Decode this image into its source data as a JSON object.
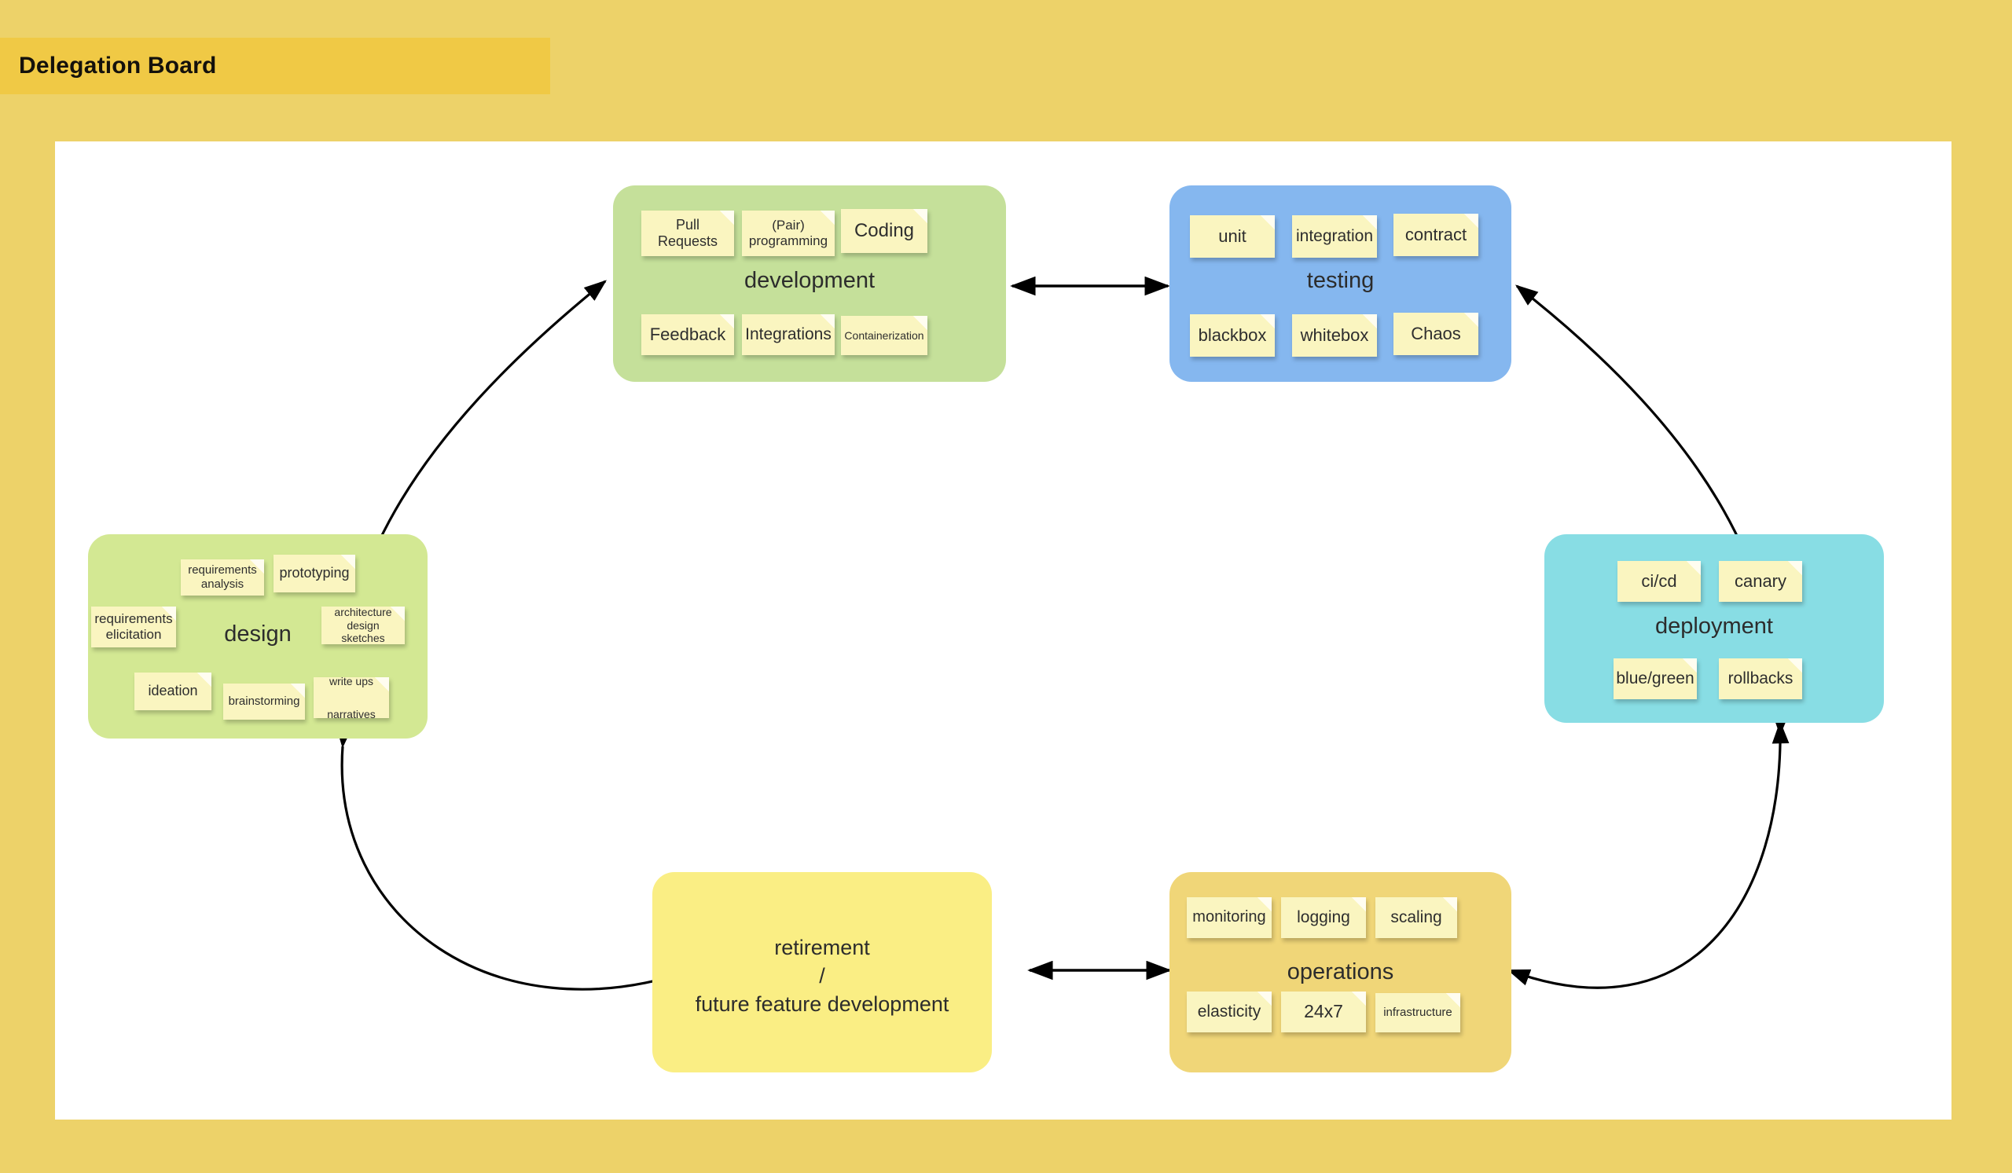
{
  "header": {
    "title": "Delegation Board"
  },
  "colors": {
    "page_background": "#edd269",
    "header_band": "#f0c945",
    "canvas": "#ffffff",
    "development": "#c5e09a",
    "testing": "#85b7ef",
    "design": "#d3e893",
    "deployment": "#88dde4",
    "operations": "#f0d678",
    "retirement": "#faee84",
    "note": "#faf5c0",
    "arrow": "#000000"
  },
  "board": {
    "stages": [
      {
        "id": "design",
        "label": "design",
        "color": "#d3e893",
        "notes": [
          {
            "text": "requirements\nanalysis",
            "size": "sm"
          },
          {
            "text": "prototyping",
            "size": "md"
          },
          {
            "text": "requirements\nelicitation",
            "size": "md"
          },
          {
            "text": "architecture\ndesign sketches",
            "size": "sm"
          },
          {
            "text": "ideation",
            "size": "md"
          },
          {
            "text": "brainstorming",
            "size": "sm"
          },
          {
            "text": "write ups\n\nnarratives",
            "size": "sm"
          }
        ]
      },
      {
        "id": "development",
        "label": "development",
        "color": "#c5e09a",
        "notes": [
          {
            "text": "Pull\nRequests",
            "size": "md"
          },
          {
            "text": "(Pair)\nprogramming",
            "size": "sm"
          },
          {
            "text": "Coding",
            "size": "lg"
          },
          {
            "text": "Feedback",
            "size": "md"
          },
          {
            "text": "Integrations",
            "size": "md"
          },
          {
            "text": "Containerization",
            "size": "sm"
          }
        ]
      },
      {
        "id": "testing",
        "label": "testing",
        "color": "#85b7ef",
        "notes": [
          {
            "text": "unit",
            "size": "md"
          },
          {
            "text": "integration",
            "size": "md"
          },
          {
            "text": "contract",
            "size": "md"
          },
          {
            "text": "blackbox",
            "size": "md"
          },
          {
            "text": "whitebox",
            "size": "md"
          },
          {
            "text": "Chaos",
            "size": "md"
          }
        ]
      },
      {
        "id": "deployment",
        "label": "deployment",
        "color": "#88dde4",
        "notes": [
          {
            "text": "ci/cd",
            "size": "md"
          },
          {
            "text": "canary",
            "size": "md"
          },
          {
            "text": "blue/green",
            "size": "md"
          },
          {
            "text": "rollbacks",
            "size": "md"
          }
        ]
      },
      {
        "id": "operations",
        "label": "operations",
        "color": "#f0d678",
        "notes": [
          {
            "text": "monitoring",
            "size": "md"
          },
          {
            "text": "logging",
            "size": "md"
          },
          {
            "text": "scaling",
            "size": "md"
          },
          {
            "text": "elasticity",
            "size": "md"
          },
          {
            "text": "24x7",
            "size": "md"
          },
          {
            "text": "infrastructure",
            "size": "sm"
          }
        ]
      },
      {
        "id": "retirement",
        "label": "retirement\n/\nfuture feature development",
        "color": "#faee84",
        "notes": []
      }
    ],
    "connections": [
      {
        "from": "design",
        "to": "development",
        "style": "curved",
        "arrowheads": "both"
      },
      {
        "from": "development",
        "to": "testing",
        "style": "straight",
        "arrowheads": "both"
      },
      {
        "from": "testing",
        "to": "deployment",
        "style": "curved",
        "arrowheads": "both"
      },
      {
        "from": "deployment",
        "to": "operations",
        "style": "curved",
        "arrowheads": "both"
      },
      {
        "from": "operations",
        "to": "retirement",
        "style": "straight",
        "arrowheads": "both"
      },
      {
        "from": "retirement",
        "to": "design",
        "style": "curved",
        "arrowheads": "both"
      }
    ]
  },
  "notes_text": {
    "design": {
      "requirements_analysis": "requirements\nanalysis",
      "prototyping": "prototyping",
      "requirements_elicitation": "requirements\nelicitation",
      "architecture_design_sketches": "architecture\ndesign sketches",
      "ideation": "ideation",
      "brainstorming": "brainstorming",
      "write_ups_narratives": "write ups\n\nnarratives"
    },
    "development": {
      "pull_requests": "Pull\nRequests",
      "pair_programming": "(Pair)\nprogramming",
      "coding": "Coding",
      "feedback": "Feedback",
      "integrations": "Integrations",
      "containerization": "Containerization"
    },
    "testing": {
      "unit": "unit",
      "integration": "integration",
      "contract": "contract",
      "blackbox": "blackbox",
      "whitebox": "whitebox",
      "chaos": "Chaos"
    },
    "deployment": {
      "cicd": "ci/cd",
      "canary": "canary",
      "blue_green": "blue/green",
      "rollbacks": "rollbacks"
    },
    "operations": {
      "monitoring": "monitoring",
      "logging": "logging",
      "scaling": "scaling",
      "elasticity": "elasticity",
      "twentyfour_seven": "24x7",
      "infrastructure": "infrastructure"
    }
  },
  "stage_labels": {
    "design": "design",
    "development": "development",
    "testing": "testing",
    "deployment": "deployment",
    "operations": "operations",
    "retirement": "retirement\n/\nfuture feature development"
  }
}
